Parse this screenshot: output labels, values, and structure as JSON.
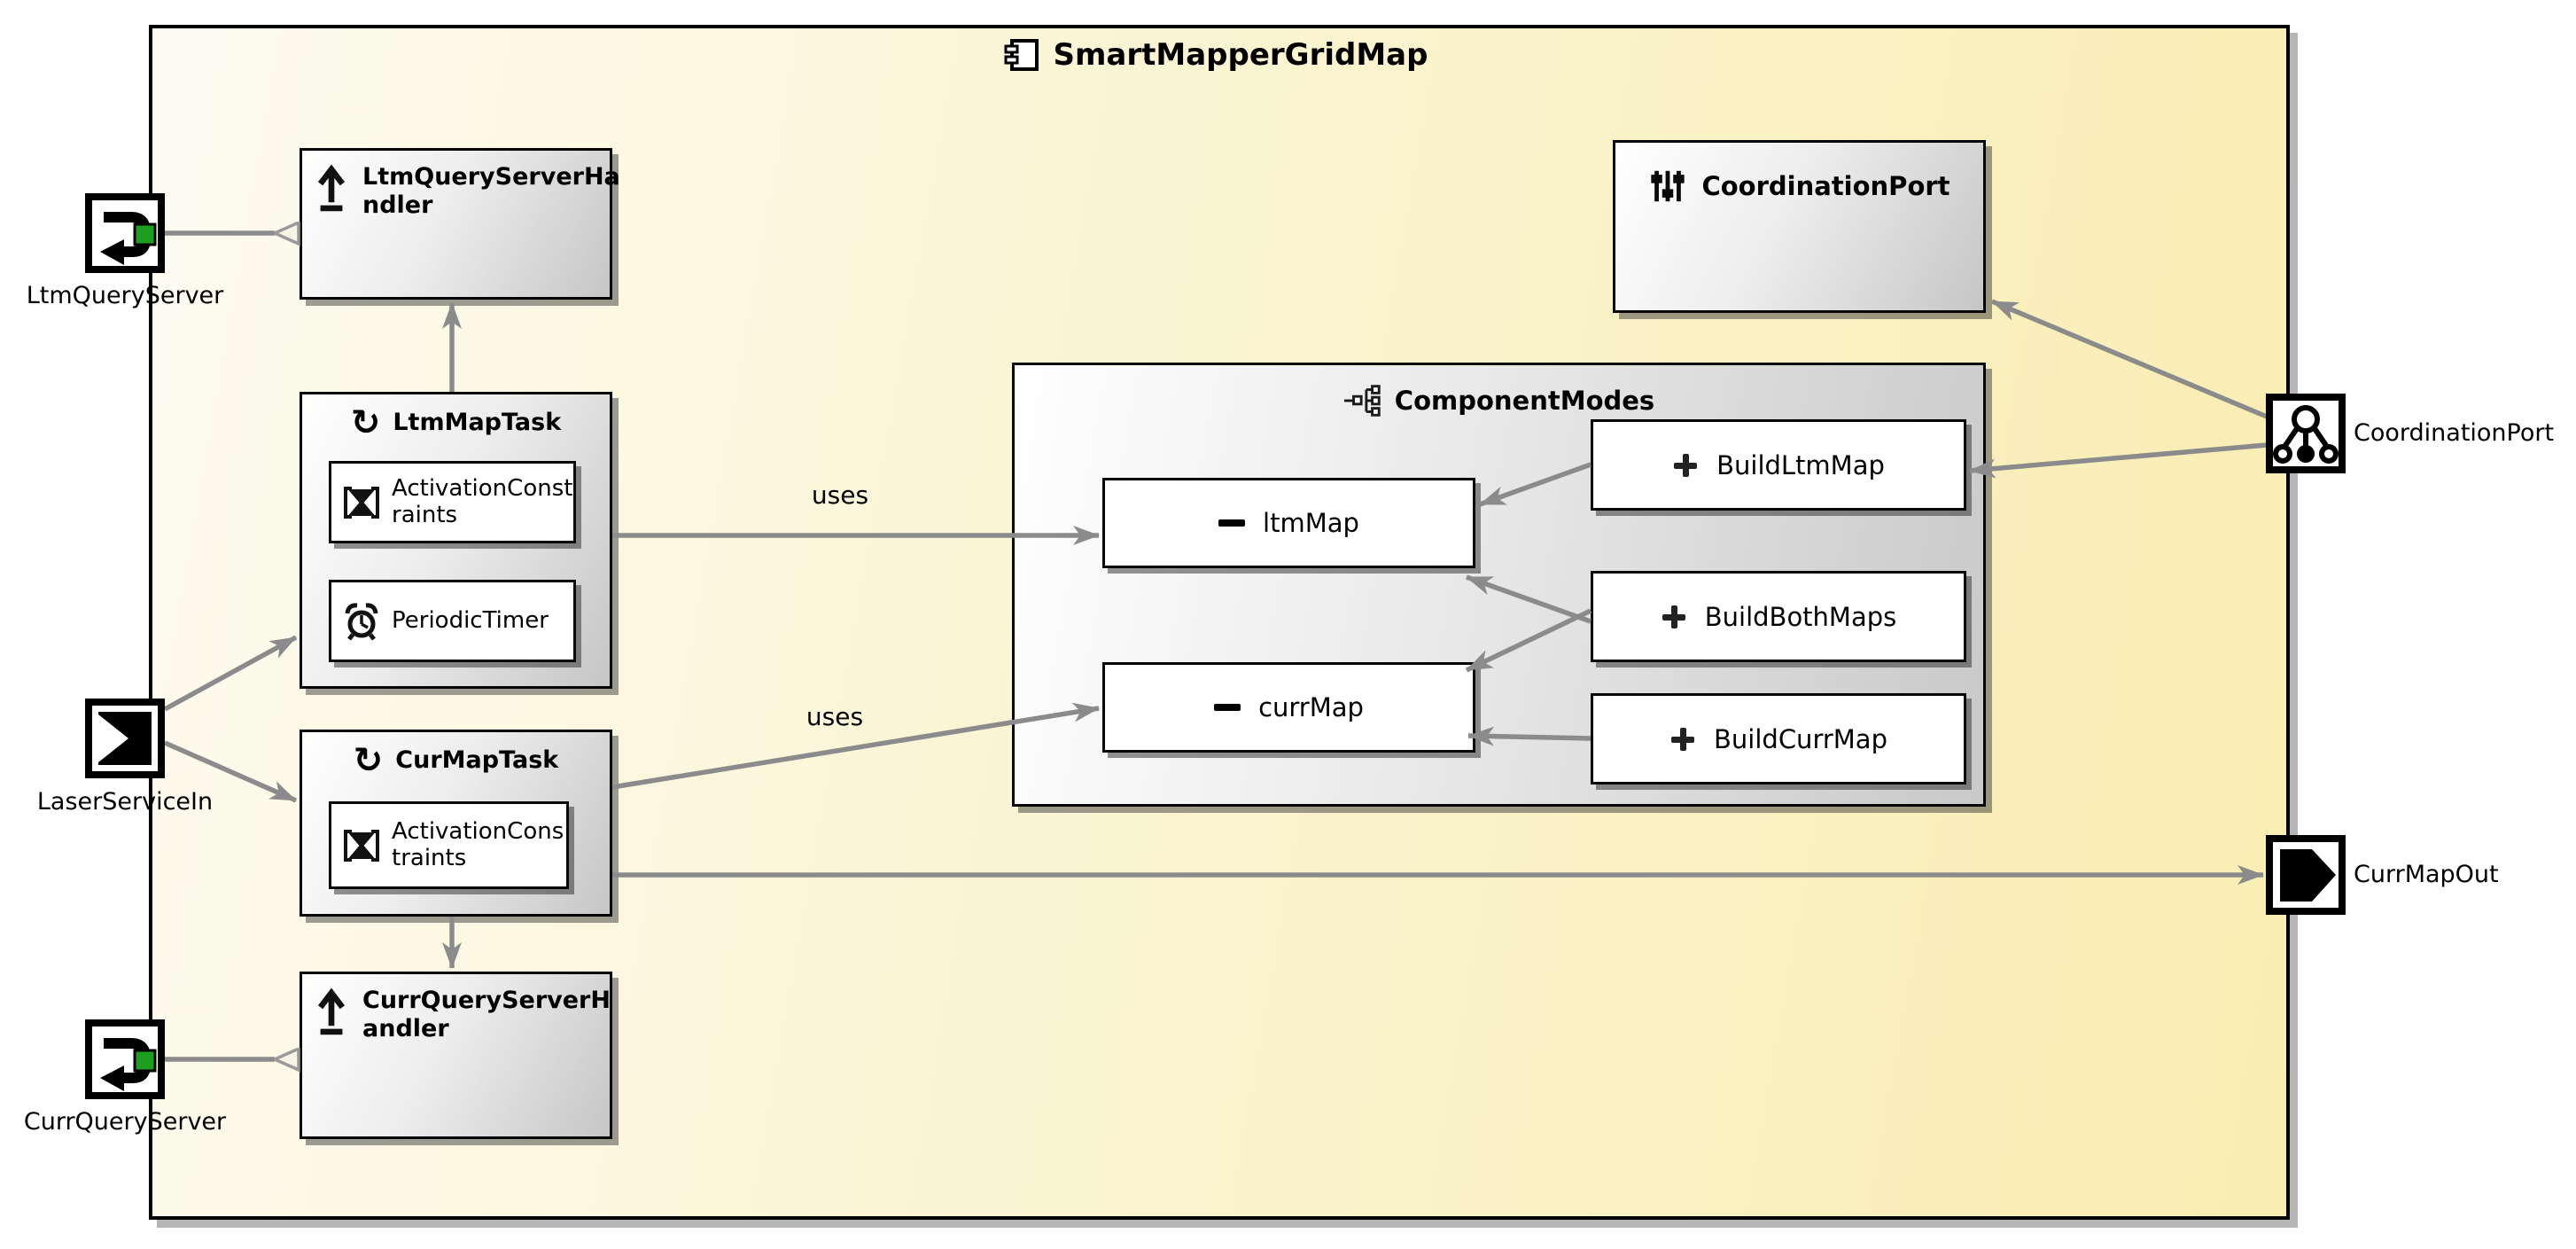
{
  "title": "SmartMapperGridMap",
  "boxes": {
    "ltmQueryServerHandler": "LtmQueryServerHa\nndler",
    "ltmMapTask": "LtmMapTask",
    "activationConstraints1": "ActivationConst\nraints",
    "periodicTimer": "PeriodicTimer",
    "curMapTask": "CurMapTask",
    "activationConstraints2": "ActivationCons\ntraints",
    "currQueryServerHandler": "CurrQueryServerH\nandler",
    "coordinationPortBox": "CoordinationPort",
    "componentModes": "ComponentModes",
    "ltmMap": "ltmMap",
    "currMap": "currMap",
    "buildLtmMap": "BuildLtmMap",
    "buildBothMaps": "BuildBothMaps",
    "buildCurrMap": "BuildCurrMap"
  },
  "ports": {
    "ltmQueryServer": "LtmQueryServer",
    "laserServiceIn": "LaserServiceIn",
    "currQueryServer": "CurrQueryServer",
    "coordinationPort": "CoordinationPort",
    "currMapOut": "CurrMapOut"
  },
  "edges": {
    "uses1": "uses",
    "uses2": "uses"
  },
  "colors": {
    "connector": "#8b8b8b",
    "portGreen": "#1e9e1e",
    "componentYellow": "#f9edb2",
    "nodeGray": "#c6c6c6"
  }
}
